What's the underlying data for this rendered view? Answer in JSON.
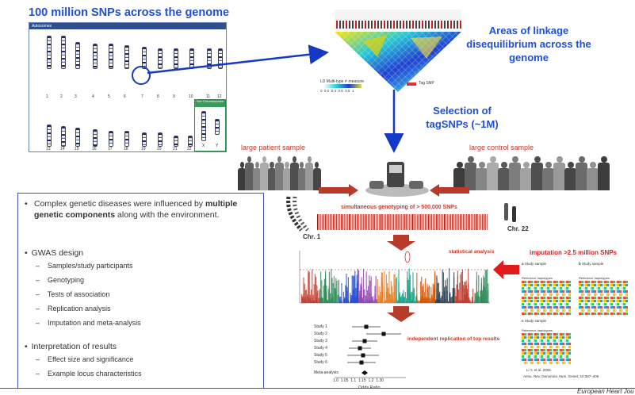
{
  "title_snps": "100 million SNPs across the genome",
  "karyotype_header": "Autosomes",
  "chromosome_labels_row1": [
    "1",
    "2",
    "3",
    "4",
    "5",
    "6",
    "7",
    "8",
    "9",
    "10",
    "11",
    "12"
  ],
  "chromosome_labels_row2": [
    "13",
    "14",
    "15",
    "16",
    "17",
    "18",
    "19",
    "20",
    "21",
    "22"
  ],
  "sex_chrom_header": "Sex Chromosomes",
  "sex_chrom_labels": [
    "X",
    "Y"
  ],
  "ld_title": "Areas of linkage disequilibrium across the genome",
  "ld_legend_title": "LD Multi-type r² measure",
  "ld_legend_ticks": "0  0.2  0.4  0.6  0.8  1",
  "ld_tag_label": "Tag SNP",
  "selection_title": "Selection of tagSNPs (~1M)",
  "patient_sample": "large patient sample",
  "control_sample": "large control sample",
  "genotyping_label": "simultaneous genotyping of > 500,000 SNPs",
  "chr1_label": "Chr. 1",
  "chr22_label": "Chr. 22",
  "statistical_analysis": "statistical analysis",
  "imputation_label": "imputation >2.5 million SNPs",
  "replication_label": "independent replication of top results",
  "forest_studies": [
    "Study 1",
    "Study 2",
    "Study 3",
    "Study 4",
    "Study 5",
    "Study 6"
  ],
  "meta_label": "Meta-analysis",
  "odds_axis_ticks": "1.0  1.05  1.1  1.15  1.2  1.30",
  "odds_axis_label": "Odds Ratio",
  "imputation_panels": {
    "a": "Study sample",
    "b": "Study sample",
    "c": "Study sample",
    "ref": "Reference haplotypes"
  },
  "citation_line1": "Li Y, et al. 2009.",
  "citation_line2": "Annu. Rev. Genomics Hum. Genet. 10:387–406",
  "footer_journal": "European Heart Jou",
  "bullets": [
    {
      "pre": "Complex genetic diseases were influenced by ",
      "bold": "multiple genetic components",
      "post": " along with the environment."
    },
    {
      "text": "GWAS design"
    },
    {
      "text": "Interpretation of results"
    }
  ],
  "gwas_sub": [
    "Samples/study participants",
    "Genotyping",
    "Tests of association",
    "Replication analysis",
    "Imputation and meta-analysis"
  ],
  "interp_sub": [
    "Effect size and significance",
    "Example locus characteristics"
  ],
  "colors": {
    "title_blue": "#1f4fd6",
    "arrow_red": "#b83a2a",
    "label_red": "#c0392b",
    "box_border": "#3d56b2"
  }
}
